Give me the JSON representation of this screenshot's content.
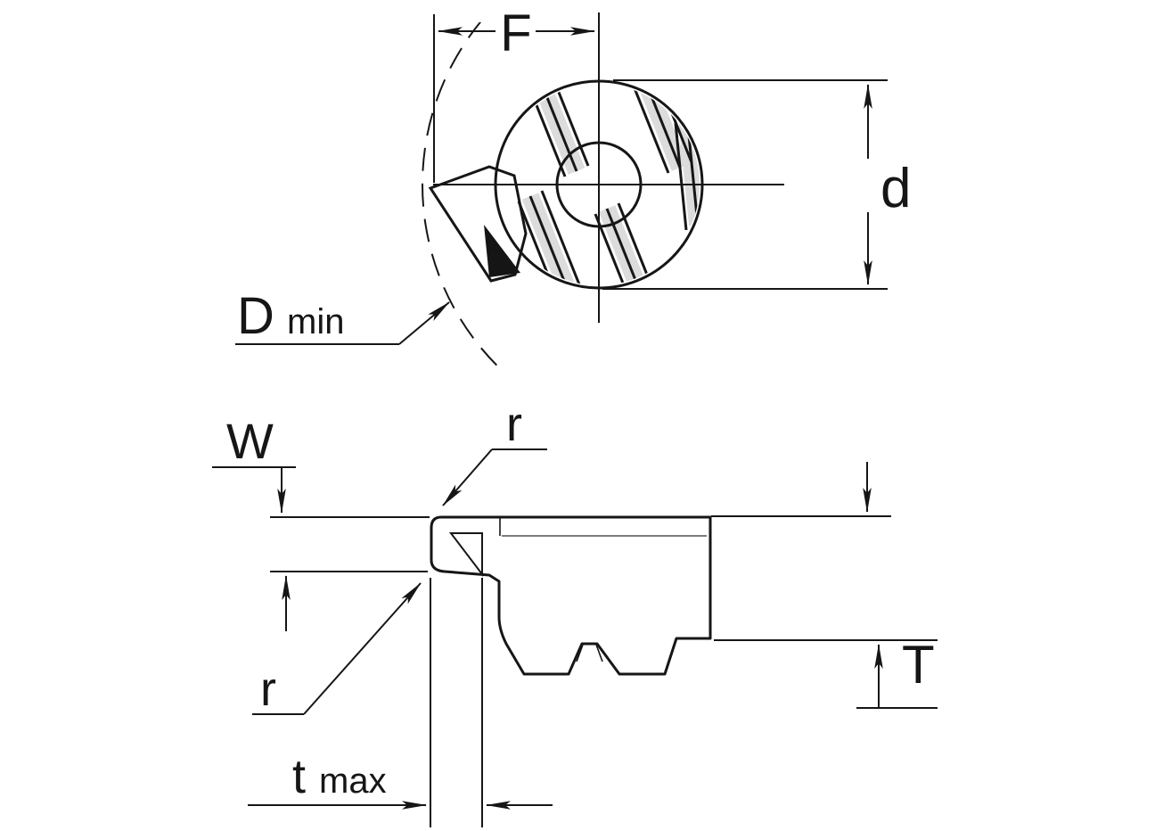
{
  "drawing": {
    "top_view": {
      "label_F": "F",
      "label_d": "d",
      "label_D": "D",
      "label_D_sub": "min"
    },
    "side_view": {
      "label_W": "W",
      "label_r_top": "r",
      "label_r_front": "r",
      "label_t": "t",
      "label_t_sub": "max",
      "label_T": "T"
    },
    "colors": {
      "line": "#161616",
      "background": "#ffffff",
      "metal_light": "#efefef",
      "metal_dark": "#9b9b9b"
    }
  }
}
